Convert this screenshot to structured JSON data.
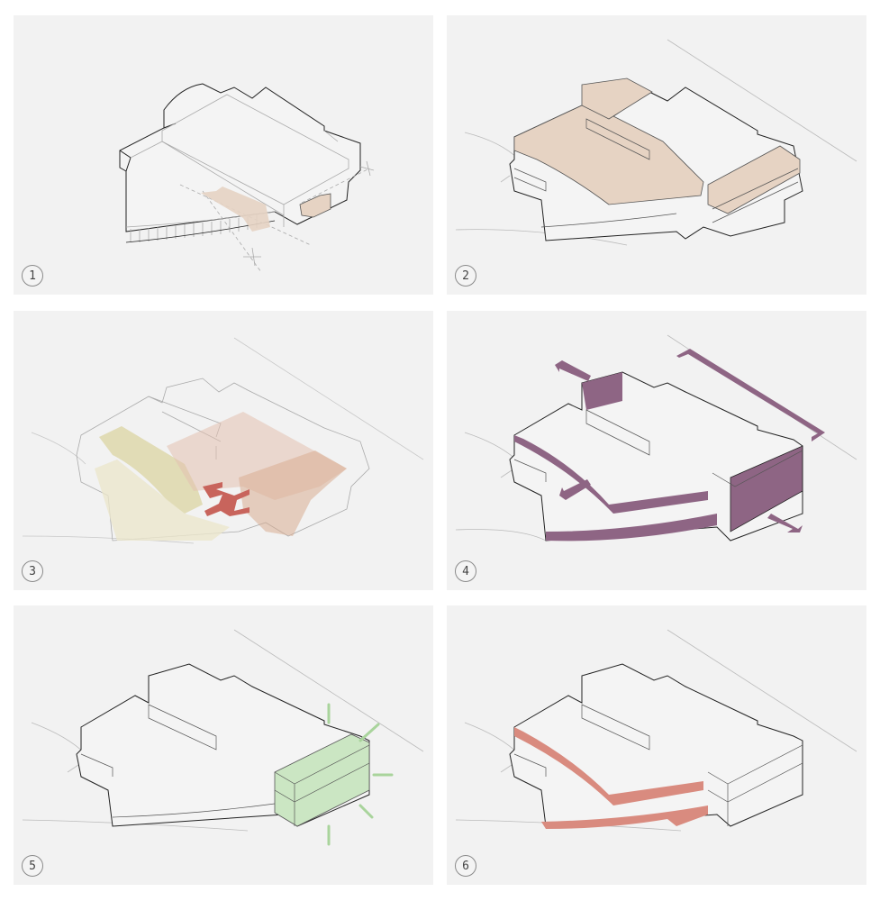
{
  "diagram": {
    "type": "architectural axonometric step-by-step diagram",
    "colors": {
      "background": "#ffffff",
      "panel": "#f2f2f2",
      "line": "#222222",
      "line_light": "#b5b5b5",
      "beige": "#e6d3c3",
      "olive": "#dcd6a6",
      "olive_light": "#ebe6cc",
      "rose": "#e3c1b0",
      "bridge_red": "#c8645c",
      "purple": "#8e6584",
      "green": "#cbe6c3",
      "green_ray": "#a9d49c",
      "salmon": "#d98b7f"
    },
    "panels": [
      {
        "number": "1",
        "step": "site-analysis-massing",
        "highlight": "beige"
      },
      {
        "number": "2",
        "step": "upper-volumes-highlighted",
        "highlight": "beige"
      },
      {
        "number": "3",
        "step": "zones-and-bridge-connection",
        "highlight": "olive-rose-red"
      },
      {
        "number": "4",
        "step": "facades-and-orientation-arrows",
        "highlight": "purple"
      },
      {
        "number": "5",
        "step": "glazed-volume-light",
        "highlight": "green"
      },
      {
        "number": "6",
        "step": "curved-facade-bands",
        "highlight": "salmon"
      }
    ]
  }
}
